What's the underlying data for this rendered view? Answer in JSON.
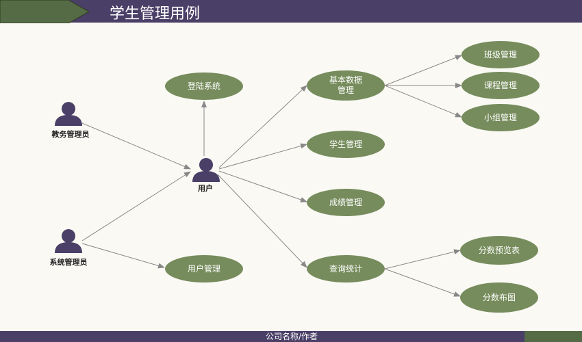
{
  "header": {
    "title": "学生管理用例"
  },
  "footer": {
    "text": "公司名称/作者"
  },
  "colors": {
    "header": "#4a3f66",
    "accent": "#556b45",
    "node": "#768c5c",
    "actor": "#4a3f66",
    "edge": "#888888"
  },
  "actors": {
    "academic_admin": "教务管理员",
    "system_admin": "系统管理员",
    "user": "用户"
  },
  "usecases": {
    "login": "登陆系统",
    "user_mgmt": "用户管理",
    "basic_data_1": "基本数据",
    "basic_data_2": "管理",
    "student_mgmt": "学生管理",
    "score_mgmt": "成绩管理",
    "query_stats": "查询统计",
    "class_mgmt": "班级管理",
    "course_mgmt": "课程管理",
    "group_mgmt": "小组管理",
    "score_preview": "分数预览表",
    "score_dist": "分数布图"
  }
}
